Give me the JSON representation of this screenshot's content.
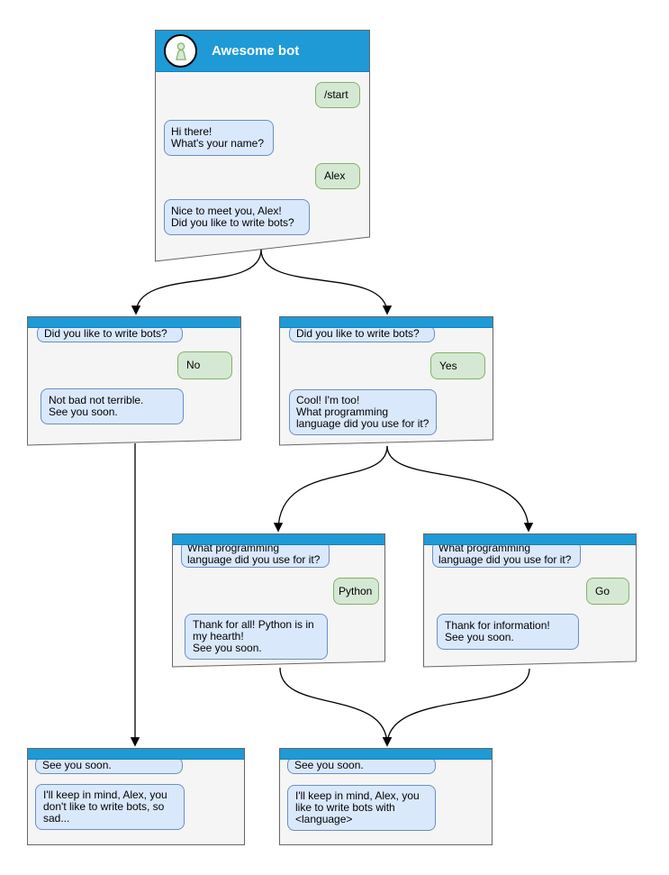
{
  "colors": {
    "header": "#1e9ad6",
    "node_fill": "#f5f5f5",
    "node_border": "#666666",
    "bot_fill": "#dae8fc",
    "bot_border": "#6c8ebf",
    "user_fill": "#d5e8d4",
    "user_border": "#82b366",
    "arrow": "#000000"
  },
  "icons": {
    "bot_avatar": "person-icon"
  },
  "diagram": {
    "root": {
      "title": "Awesome bot",
      "start_cmd": "/start",
      "ask_name": "Hi there!\nWhat's your name?",
      "user_name": "Alex",
      "ask_bots": "Nice to meet you, Alex!\nDid you like to write bots?"
    },
    "no_node": {
      "q": "Did you like to write bots?",
      "answer": "No",
      "reply": "Not bad not terrible.\nSee you soon."
    },
    "yes_node": {
      "q": "Did you like to write bots?",
      "answer": "Yes",
      "reply": "Cool! I'm too!\nWhat programming\nlanguage did you use for it?"
    },
    "python_node": {
      "q": "What programming\nlanguage did you use for it?",
      "answer": "Python",
      "reply": "Thank for all! Python is in\nmy hearth!\nSee you soon."
    },
    "go_node": {
      "q": "What programming\nlanguage did you use for it?",
      "answer": "Go",
      "reply": "Thank for information!\nSee you soon."
    },
    "bye_no_node": {
      "line1": "See you soon.",
      "line2": "I'll keep in mind, Alex, you\ndon't like to write bots, so\nsad..."
    },
    "bye_yes_node": {
      "line1": "See you soon.",
      "line2": "I'll keep in mind, Alex, you\nlike to write bots with\n<language>"
    }
  }
}
